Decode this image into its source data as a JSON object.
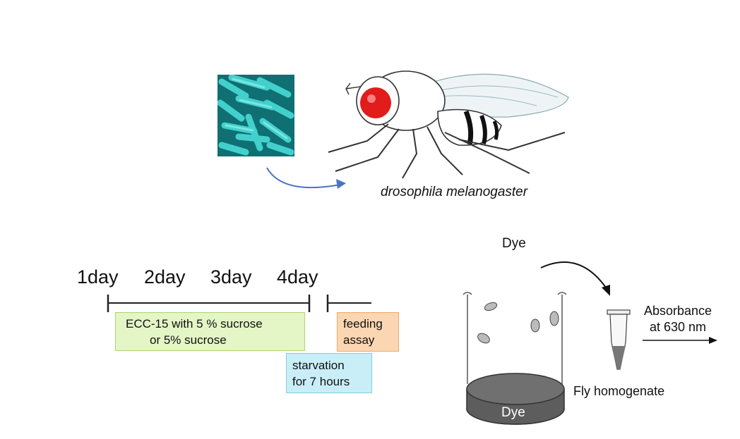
{
  "species_caption": "drosophila melanogaster",
  "timeline": {
    "days": [
      "1day",
      "2day",
      "3day",
      "4day"
    ]
  },
  "phases": {
    "ecc": [
      "ECC-15 with 5 % sucrose",
      "or  5% sucrose"
    ],
    "starvation": [
      "starvation",
      "for 7 hours"
    ],
    "feeding": [
      "feeding",
      "assay"
    ]
  },
  "assay": {
    "dye_top": "Dye",
    "dye_dish": "Dye",
    "homogenate": "Fly homogenate",
    "absorbance": [
      "Absorbance",
      "at 630 nm"
    ]
  },
  "colors": {
    "ecc_fill": "#e4f5c6",
    "ecc_border": "#a9d86e",
    "starvation_fill": "#c9eef7",
    "starvation_border": "#7fcde0",
    "feeding_fill": "#fbd6b2",
    "feeding_border": "#f0a967",
    "arrow_blue": "#4a74c4",
    "bacteria": "#2fb7b8",
    "fly_eye": "#e21b1b"
  }
}
